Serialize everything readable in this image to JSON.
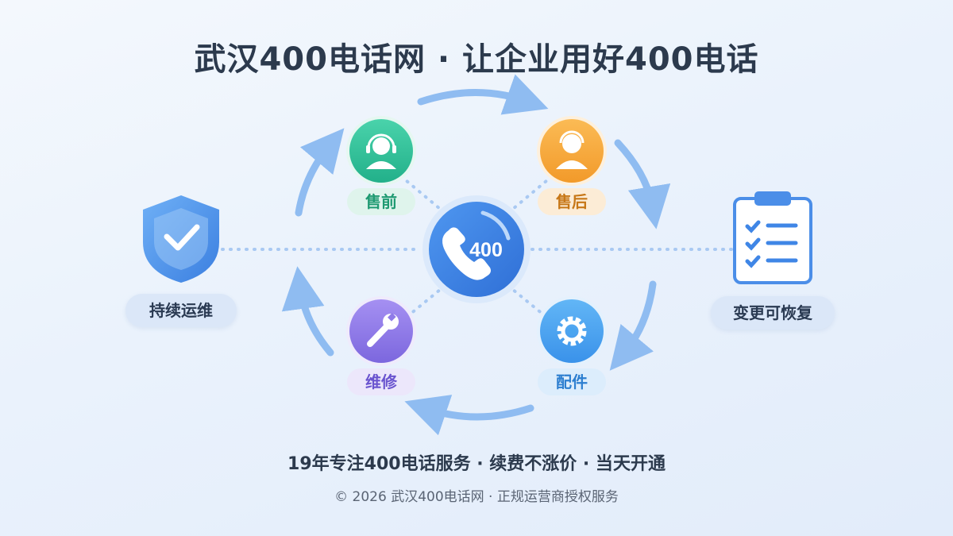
{
  "title": "武汉400电话网 · 让企业用好400电话",
  "center": {
    "label": "400",
    "icon": "phone-400-icon"
  },
  "nodes": [
    {
      "key": "presale",
      "label": "售前",
      "icon": "headset-agent-icon",
      "color": "#33c29a"
    },
    {
      "key": "aftersale",
      "label": "售后",
      "icon": "agent-avatar-icon",
      "color": "#f6a93b"
    },
    {
      "key": "repair",
      "label": "维修",
      "icon": "wrench-icon",
      "color": "#8f7be8"
    },
    {
      "key": "parts",
      "label": "配件",
      "icon": "gear-icon",
      "color": "#4aa5f0"
    }
  ],
  "sides": {
    "left": {
      "label": "持续运维",
      "icon": "shield-check-icon"
    },
    "right": {
      "label": "变更可恢复",
      "icon": "clipboard-checklist-icon"
    }
  },
  "tagline": "19年专注400电话服务 · 续费不涨价 · 当天开通",
  "footer": "© 2026 武汉400电话网 · 正规运营商授权服务"
}
